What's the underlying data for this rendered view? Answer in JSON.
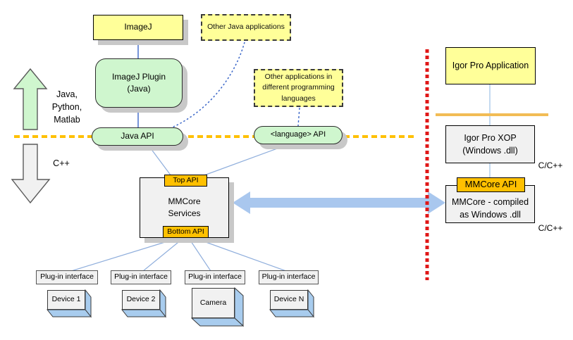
{
  "colors": {
    "node_yellow": "#FFFF99",
    "node_green": "#CFF6CE",
    "node_gray": "#F1F1F1",
    "label_orange": "#FFC000",
    "shadow_gray": "#C8C8C8",
    "link_blue": "#3A66C8",
    "fan_blue": "#8FAEDC",
    "right_link_blue": "#9CC2E5",
    "big_arrow_blue": "#A9C7EE",
    "device_side_blue": "#A8CCEE",
    "rule_yellow_dashed": "#FFC000",
    "rule_orange": "#F2BC55",
    "divider_red": "#E01818",
    "arrow_up_green": "#CFF6CE",
    "arrow_down_gray": "#F1F1F1"
  },
  "rails": {
    "languages": "Java,\nPython,\nMatlab",
    "cpp": "C++"
  },
  "top": {
    "imagej": "ImageJ",
    "other_java": "Other Java applications",
    "imagej_plugin": "ImageJ Plugin\n(Java)",
    "java_api": "Java API",
    "other_languages": "Other applications in\ndifferent programming\nlanguages",
    "language_api": "<language> API"
  },
  "core": {
    "top_api": "Top API",
    "services": "MMCore\nServices",
    "bottom_api": "Bottom  API"
  },
  "devices": {
    "plugin_interface": "Plug-in interface",
    "items": [
      "Device 1",
      "Device 2",
      "Camera",
      "Device N"
    ]
  },
  "right": {
    "igor_app": "Igor Pro Application",
    "igor_xop": "Igor Pro XOP\n(Windows .dll)",
    "mmcore_api": "MMCore API",
    "mmcore_dll": "MMCore - compiled\nas Windows .dll",
    "cpp_upper": "C/C++",
    "cpp_lower": "C/C++"
  }
}
